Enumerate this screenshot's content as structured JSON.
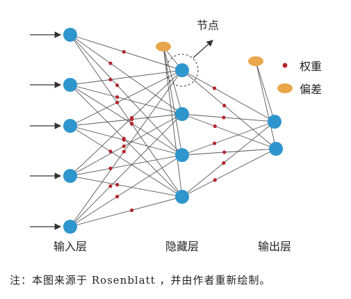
{
  "diagram": {
    "layer_labels": {
      "input": "输入层",
      "hidden": "隐藏层",
      "output": "输出层"
    },
    "node_callout": "节点",
    "legend": {
      "weight": "权重",
      "bias": "偏差"
    },
    "colors": {
      "node": "#2e95cd",
      "bias": "#e9a64a",
      "weight": "#b3262c",
      "edge": "#555555"
    }
  },
  "note": "注：本图来源于 Rosenblatt ，并由作者重新绘制。"
}
